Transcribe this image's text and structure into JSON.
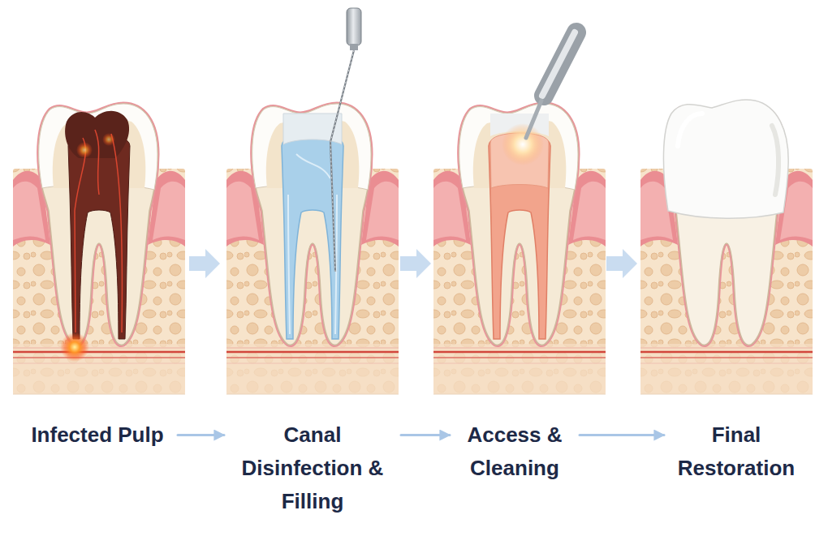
{
  "diagram": {
    "nodes": [
      {
        "text": [
          "Infected Pulp"
        ]
      },
      {
        "text": [
          "Canal Disinfection & Filling"
        ]
      },
      {
        "text": [
          "Access & Cleaning"
        ]
      },
      {
        "text": [
          "Final Restoration"
        ]
      }
    ],
    "edges": [
      {
        "from": 0,
        "to": 1,
        "arrow": "to"
      },
      {
        "from": 1,
        "to": 2,
        "arrow": "to"
      },
      {
        "from": 2,
        "to": 3,
        "arrow": "to"
      }
    ]
  }
}
